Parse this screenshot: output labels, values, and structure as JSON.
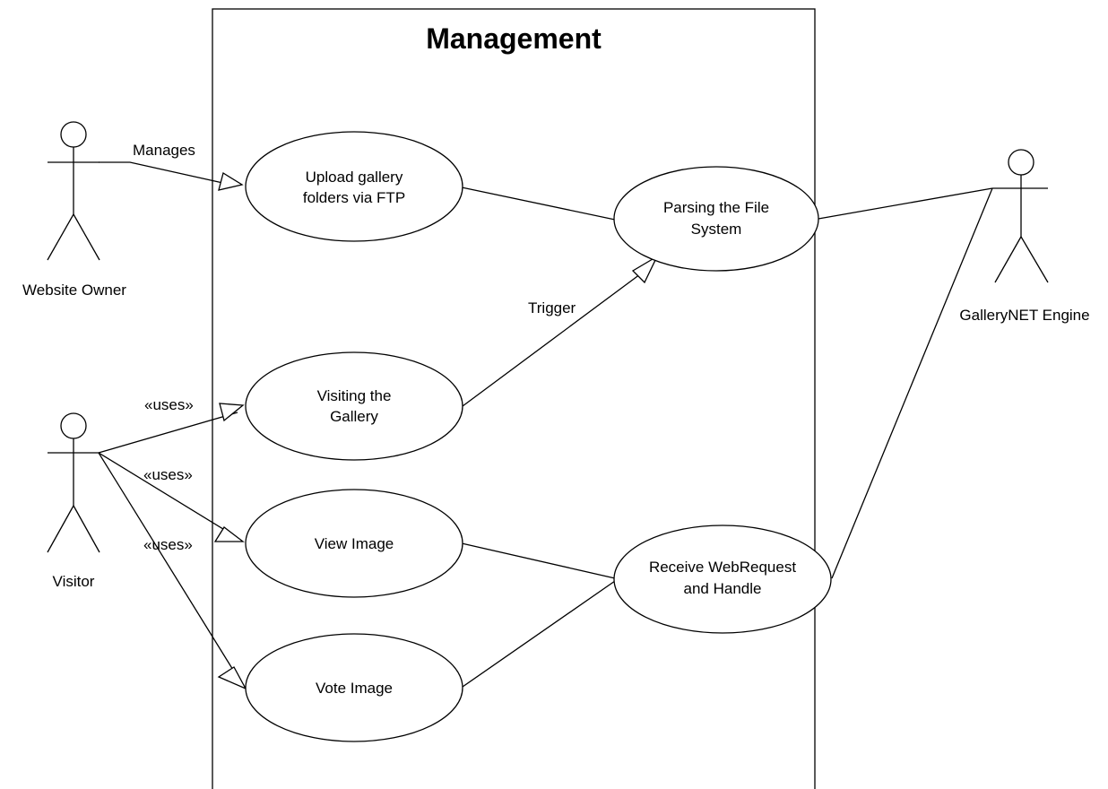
{
  "system_boundary": {
    "title": "Management"
  },
  "actors": {
    "website_owner": "Website Owner",
    "visitor": "Visitor",
    "engine": "GalleryNET Engine"
  },
  "use_cases": {
    "upload": [
      "Upload gallery",
      "folders via FTP"
    ],
    "parse": [
      "Parsing the File",
      "System"
    ],
    "visit": [
      "Visiting the",
      "Gallery"
    ],
    "view": [
      "View Image"
    ],
    "vote": [
      "Vote Image"
    ],
    "receive": [
      "Receive WebRequest",
      "and Handle"
    ]
  },
  "associations": {
    "manages": "Manages",
    "trigger": "Trigger",
    "uses_visit": "«uses»",
    "uses_view": "«uses»",
    "uses_vote": "«uses»"
  }
}
